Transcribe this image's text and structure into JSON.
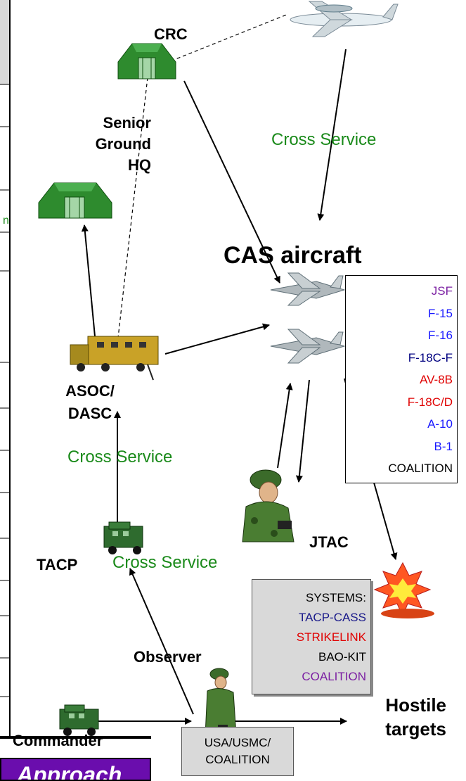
{
  "labels": {
    "crc": "CRC",
    "senior_hq": [
      "Senior",
      "Ground",
      "HQ"
    ],
    "cas_aircraft": "CAS aircraft",
    "asoc": [
      "ASOC/",
      "DASC"
    ],
    "tacp": "TACP",
    "jtac": "JTAC",
    "observer": "Observer",
    "commander": "Commander",
    "hostile": [
      "Hostile",
      "targets"
    ],
    "cross_service_1": "Cross Service",
    "cross_service_2": "Cross Service",
    "cross_service_3": "Cross Service",
    "approach_banner": "Approach"
  },
  "aircraft_list": [
    {
      "text": "JSF",
      "color": "#7b1fa2"
    },
    {
      "text": "F-15",
      "color": "#1a1aff"
    },
    {
      "text": "F-16",
      "color": "#1a1aff"
    },
    {
      "text": "F-18C-F",
      "color": "#000080"
    },
    {
      "text": "AV-8B",
      "color": "#e00000"
    },
    {
      "text": "F-18C/D",
      "color": "#e00000"
    },
    {
      "text": "A-10",
      "color": "#1a1aff"
    },
    {
      "text": "B-1",
      "color": "#1a1aff"
    },
    {
      "text": "COALITION",
      "color": "#000000"
    }
  ],
  "systems": [
    {
      "text": "SYSTEMS:",
      "color": "#000000"
    },
    {
      "text": "TACP-CASS",
      "color": "#1a1a8a"
    },
    {
      "text": "STRIKELINK",
      "color": "#e00000"
    },
    {
      "text": "BAO-KIT",
      "color": "#000000"
    },
    {
      "text": "COALITION",
      "color": "#7b1fa2"
    }
  ],
  "forces_box": [
    "USA/USMC/",
    "COALITION"
  ],
  "colors": {
    "cross_service": "#1a8a1a",
    "tent_green": "#2e8b2e",
    "banner_purple": "#6a0dad"
  }
}
